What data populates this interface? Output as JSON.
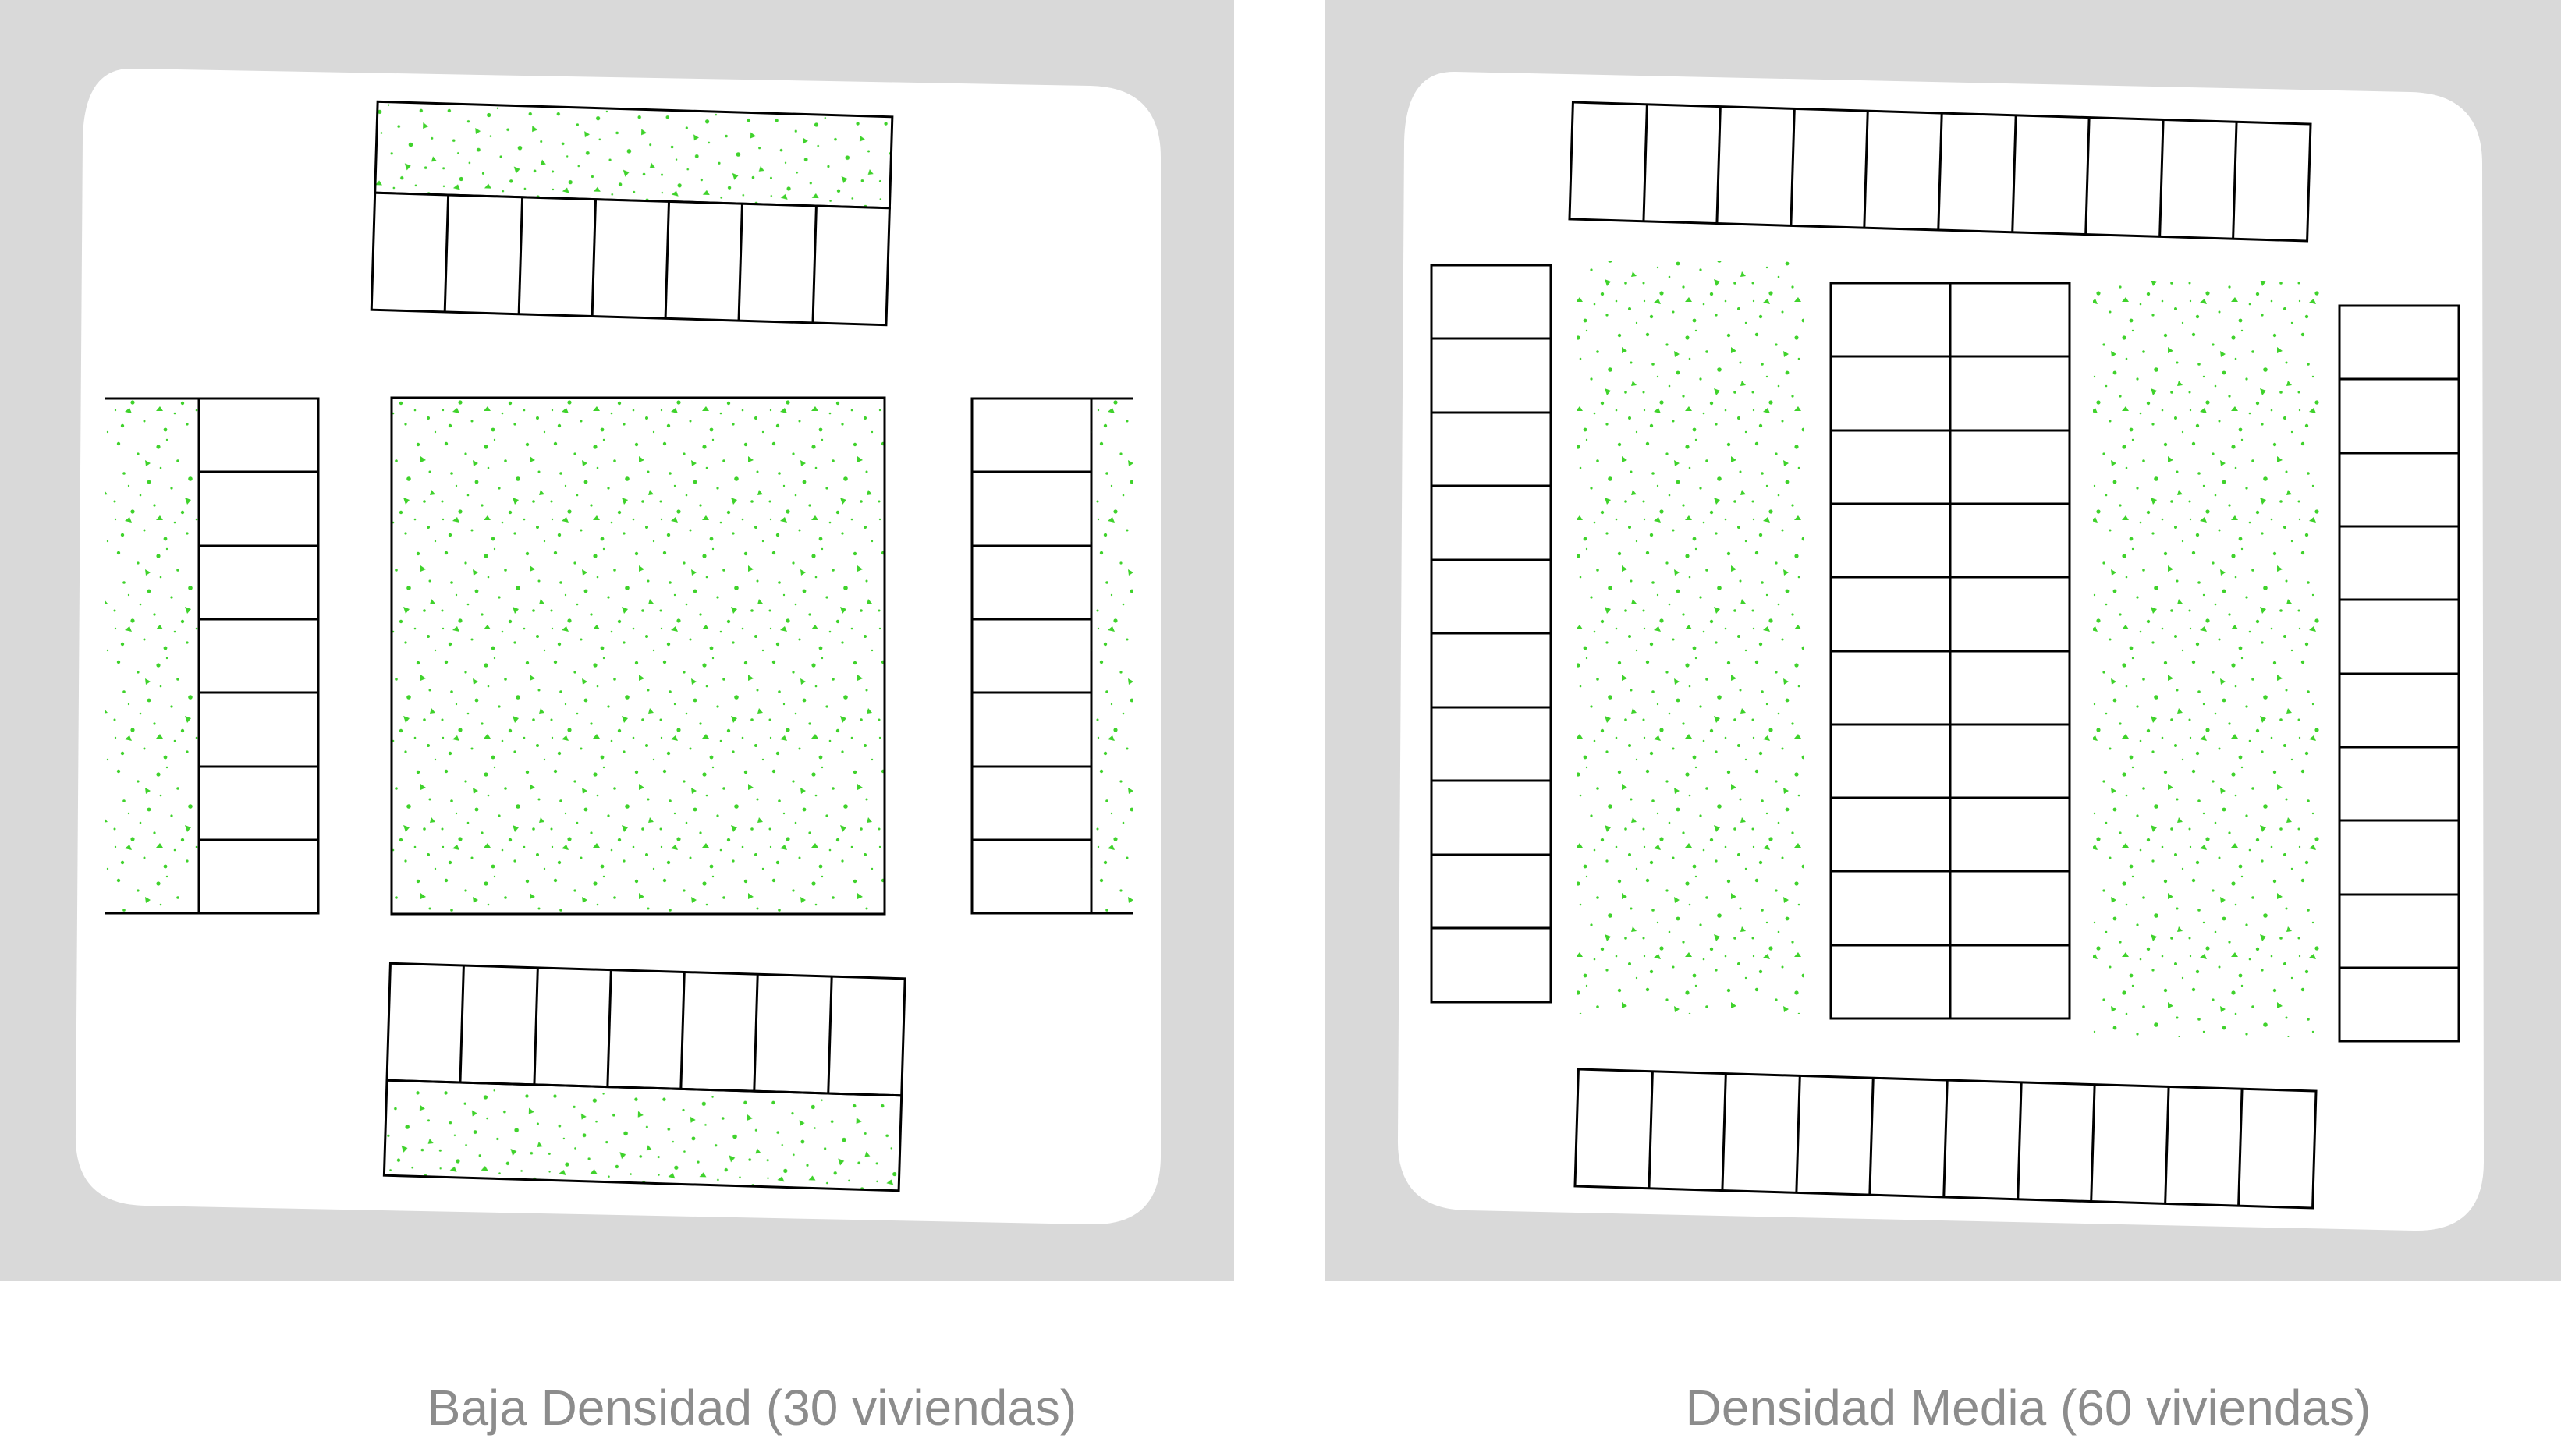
{
  "captions": {
    "low_density": "Baja Densidad (30 viviendas)",
    "medium_density": "Densidad Media (60 viviendas)"
  },
  "colors": {
    "road": "#d9d9d9",
    "block": "#ffffff",
    "outline": "#000000",
    "vegetation": "#3fd22b",
    "caption": "#8c8c8c"
  },
  "icons": {
    "vegetation": "vegetation-texture-icon",
    "dwelling": "dwelling-lot-icon"
  },
  "plans": {
    "low_density": {
      "dwelling_count": 30,
      "building_rows": [
        {
          "name": "north-row",
          "units": 7
        },
        {
          "name": "west-row",
          "units": 7
        },
        {
          "name": "east-row",
          "units": 7
        },
        {
          "name": "south-row",
          "units": 7
        }
      ]
    },
    "medium_density": {
      "dwelling_count": 60,
      "building_rows": [
        {
          "name": "north-row",
          "units": 10
        },
        {
          "name": "west-row",
          "units": 10
        },
        {
          "name": "central-block",
          "units": 20
        },
        {
          "name": "east-row",
          "units": 10
        },
        {
          "name": "south-row",
          "units": 10
        }
      ]
    }
  }
}
